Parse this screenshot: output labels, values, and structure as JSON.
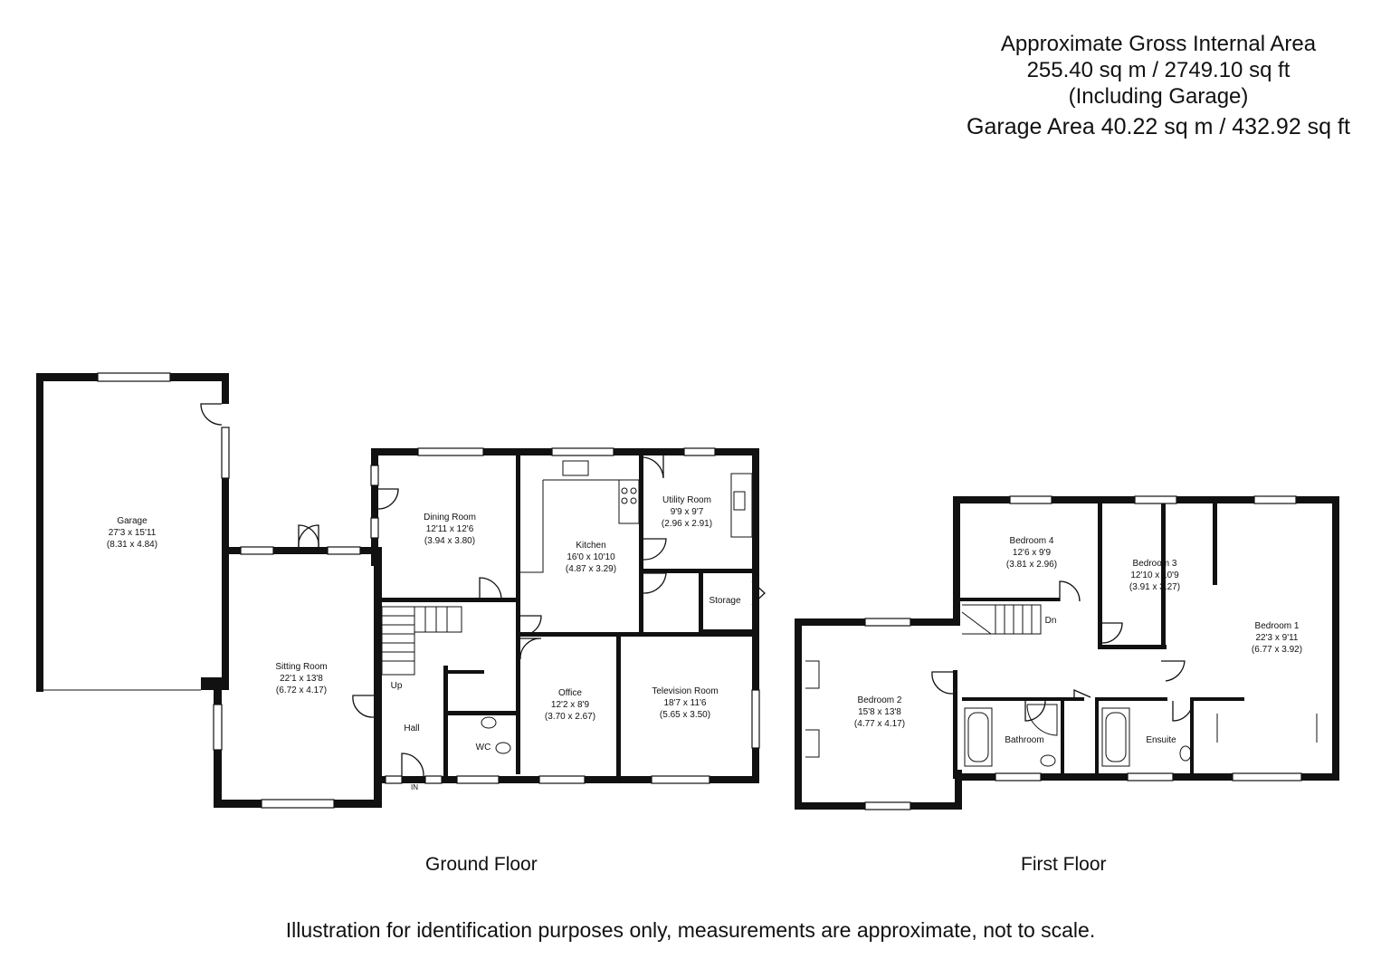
{
  "area_summary": {
    "line1": "Approximate Gross Internal Area",
    "line2": "255.40 sq m / 2749.10 sq ft",
    "line3": "(Including Garage)",
    "garage_area": "Garage Area 40.22 sq m / 432.92 sq ft"
  },
  "floors": {
    "ground": "Ground Floor",
    "first": "First Floor"
  },
  "ground_rooms": {
    "garage": {
      "name": "Garage",
      "imperial": "27'3 x 15'11",
      "metric": "(8.31 x 4.84)"
    },
    "sitting": {
      "name": "Sitting Room",
      "imperial": "22'1 x 13'8",
      "metric": "(6.72 x 4.17)"
    },
    "dining": {
      "name": "Dining Room",
      "imperial": "12'11 x 12'6",
      "metric": "(3.94 x 3.80)"
    },
    "kitchen": {
      "name": "Kitchen",
      "imperial": "16'0 x 10'10",
      "metric": "(4.87 x 3.29)"
    },
    "utility": {
      "name": "Utility Room",
      "imperial": "9'9 x 9'7",
      "metric": "(2.96 x 2.91)"
    },
    "storage": {
      "name": "Storage"
    },
    "office": {
      "name": "Office",
      "imperial": "12'2 x 8'9",
      "metric": "(3.70 x 2.67)"
    },
    "tv": {
      "name": "Television Room",
      "imperial": "18'7 x 11'6",
      "metric": "(5.65 x 3.50)"
    },
    "hall": {
      "name": "Hall"
    },
    "wc": {
      "name": "WC"
    },
    "up": "Up",
    "entrance": "IN"
  },
  "first_rooms": {
    "bed4": {
      "name": "Bedroom 4",
      "imperial": "12'6 x 9'9",
      "metric": "(3.81 x 2.96)"
    },
    "bed3": {
      "name": "Bedroom 3",
      "imperial": "12'10 x 10'9",
      "metric": "(3.91 x 3.27)"
    },
    "bed1": {
      "name": "Bedroom 1",
      "imperial": "22'3 x 9'11",
      "metric": "(6.77 x 3.92)"
    },
    "bed2": {
      "name": "Bedroom 2",
      "imperial": "15'8 x 13'8",
      "metric": "(4.77 x 4.17)"
    },
    "bathroom": {
      "name": "Bathroom"
    },
    "ensuite": {
      "name": "Ensuite"
    },
    "down": "Dn"
  },
  "disclaimer": "Illustration for identification purposes only, measurements are approximate, not to scale."
}
